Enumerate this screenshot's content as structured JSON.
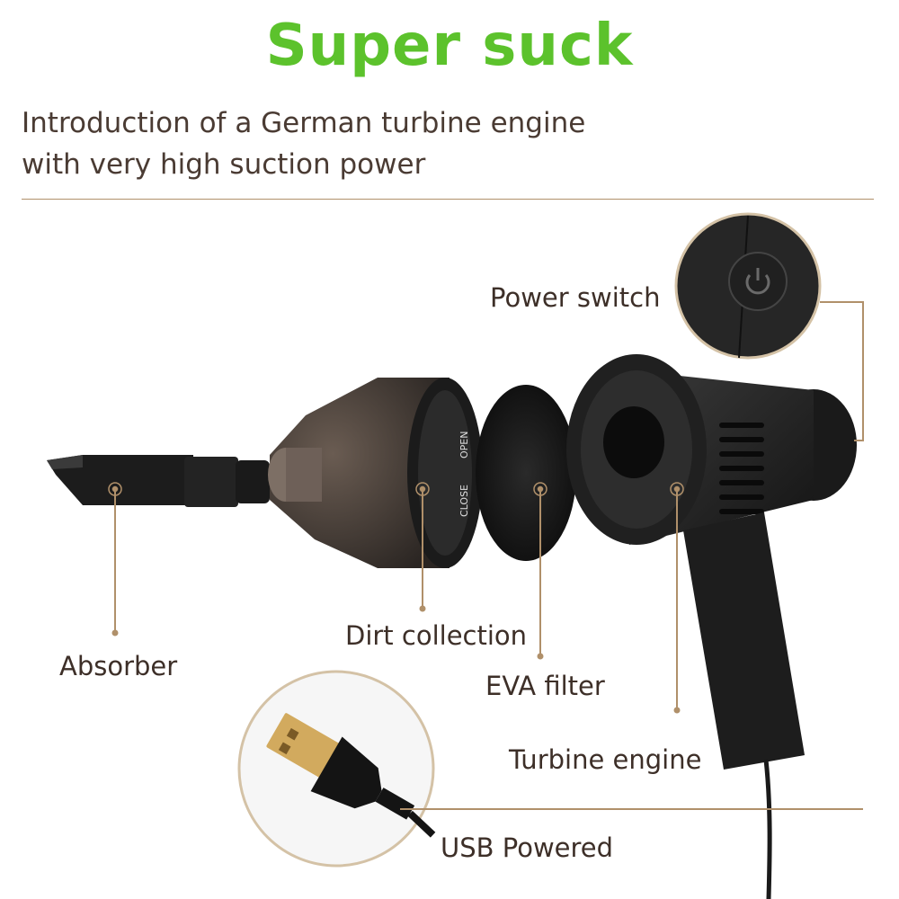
{
  "headline": "Super suck",
  "intro": {
    "line1": "Introduction of a German turbine engine",
    "line2": "with very high suction power"
  },
  "parts": {
    "power_switch": "Power switch",
    "absorber": "Absorber",
    "dirt_collection": "Dirt collection",
    "eva_filter": "EVA filter",
    "turbine_engine": "Turbine engine",
    "usb_powered": "USB Powered"
  },
  "cup_markings": {
    "close": "CLOSE",
    "open": "OPEN"
  },
  "colors": {
    "headline": "#5cc22c",
    "text": "#3d2f28",
    "callout": "#b0906a",
    "product": "#1e1e1e"
  },
  "icons": [
    "power-icon",
    "usb-plug-icon",
    "marker-icon"
  ]
}
